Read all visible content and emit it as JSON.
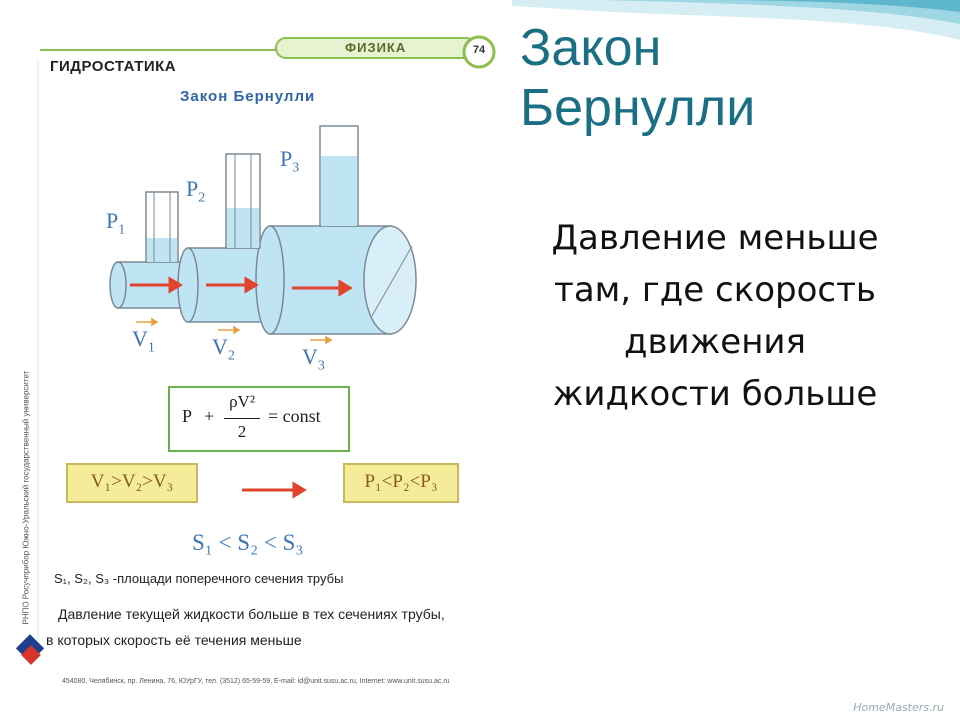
{
  "slide": {
    "title_line1": "Закон",
    "title_line2": "Бернулли",
    "body_line1": "Давление меньше",
    "body_line2": "там, где скорость",
    "body_line3": "движения",
    "body_line4": "жидкости больше",
    "watermark": "HomeMasters.ru"
  },
  "book": {
    "section": "ГИДРОСТАТИКА",
    "subject": "ФИЗИКА",
    "page_number": "74",
    "diagram_title": "Закон  Бернулли",
    "pressure_labels": [
      {
        "letter": "P",
        "sub": "1"
      },
      {
        "letter": "P",
        "sub": "2"
      },
      {
        "letter": "P",
        "sub": "3"
      }
    ],
    "velocity_labels": [
      {
        "letter": "V",
        "sub": "1"
      },
      {
        "letter": "V",
        "sub": "2"
      },
      {
        "letter": "V",
        "sub": "3"
      }
    ],
    "formula": {
      "p": "P",
      "plus": "+",
      "numerator": "ρV²",
      "denominator": "2",
      "rest": "= const"
    },
    "velocity_inequality": "V₁>V₂>V₃",
    "pressure_inequality": "P₁<P₂<P₃",
    "area_inequality": "S₁ < S₂ < S₃",
    "area_note": "S₁, S₂, S₃ -площади поперечного сечения трубы",
    "conclusion_line1": "Давление текущей жидкости больше в тех сечениях трубы,",
    "conclusion_line2": "в  которых скорость её течения меньше",
    "footer": "454080, Челябинск, пр. Ленина, 76, ЮУрГУ, тел. (3512) 65-59-59, E-mail: id@unit.susu.ac.ru, Internet: www.unit.susu.ac.ru",
    "spine_text": "РНПО Росучприбор   Южно-Уральский государственный университет"
  },
  "colors": {
    "title": "#1b6f85",
    "water": "#bfe4f4",
    "pipe_outline": "#7d8a95",
    "arrow": "#e0442e",
    "label_blue": "#3e77b6",
    "formula_border": "#6ab04c",
    "highlight_box": "#f5ec9a"
  }
}
